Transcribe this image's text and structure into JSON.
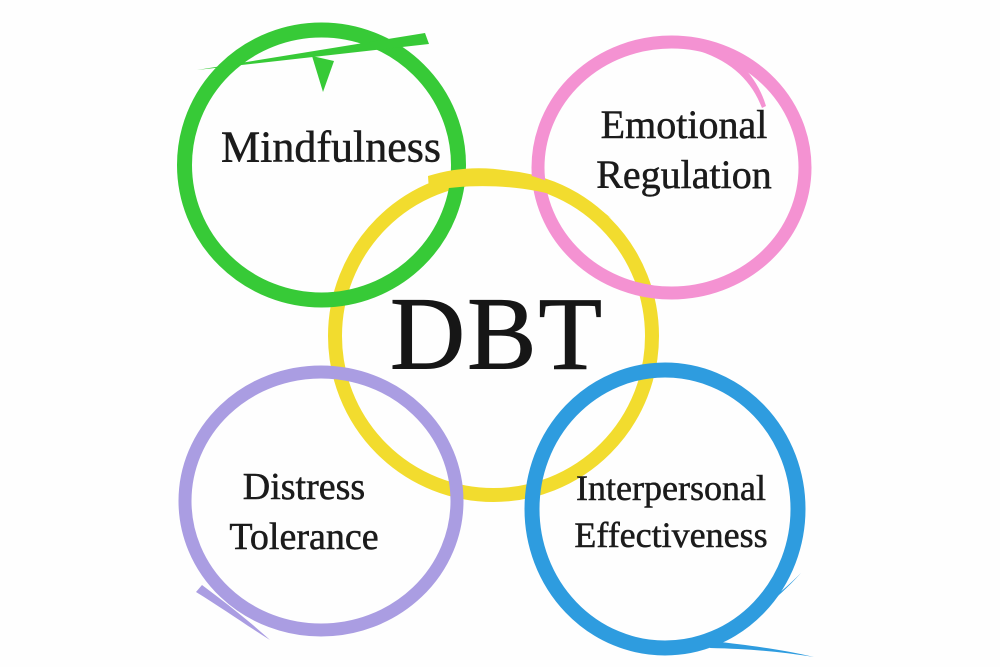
{
  "diagram": {
    "center": {
      "label": "DBT",
      "ring_color": "#F2DC2E",
      "text_color": "#1B1B1B"
    },
    "nodes": [
      {
        "id": "mindfulness",
        "label": "Mindfulness",
        "ring_color": "#37CA37"
      },
      {
        "id": "emotional-regulation",
        "line1": "Emotional",
        "line2": "Regulation",
        "ring_color": "#F492D2"
      },
      {
        "id": "distress-tolerance",
        "line1": "Distress",
        "line2": "Tolerance",
        "ring_color": "#AA9DE2"
      },
      {
        "id": "interpersonal-effectiveness",
        "line1": "Interpersonal",
        "line2": "Effectiveness",
        "ring_color": "#2E9CDF"
      }
    ]
  }
}
